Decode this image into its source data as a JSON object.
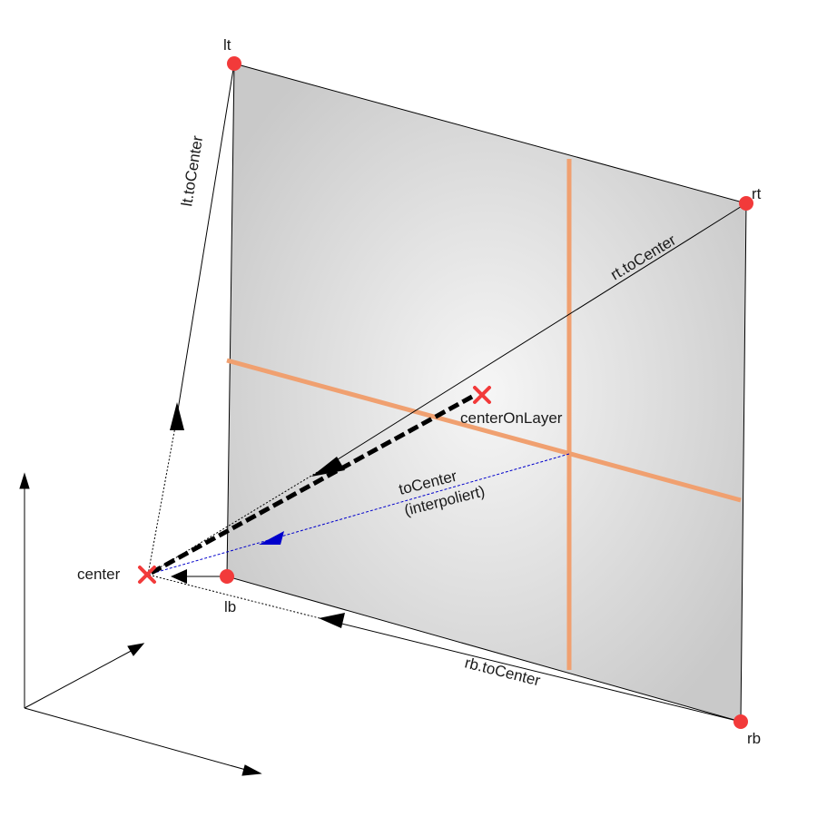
{
  "labels": {
    "lt": "lt",
    "rt": "rt",
    "lb": "lb",
    "rb": "rb",
    "center": "center",
    "center_on_layer": "centerOnLayer",
    "lt_to_center": "lt.toCenter",
    "rt_to_center": "rt.toCenter",
    "rb_to_center": "rb.toCenter",
    "to_center": "toCenter",
    "interpoliert": "(interpoliert)"
  },
  "colors": {
    "plane_fill_center": "#f6f6f6",
    "plane_fill_edge": "#c9c9c9",
    "corner_point": "#f23a3a",
    "center_marker": "#f23a3a",
    "midlines": "#f0a070",
    "interpolated_vector": "#0000cc",
    "lines": "#000000"
  },
  "icons": {
    "center_marker": "x-cross-icon",
    "center_on_layer_marker": "x-cross-icon"
  }
}
